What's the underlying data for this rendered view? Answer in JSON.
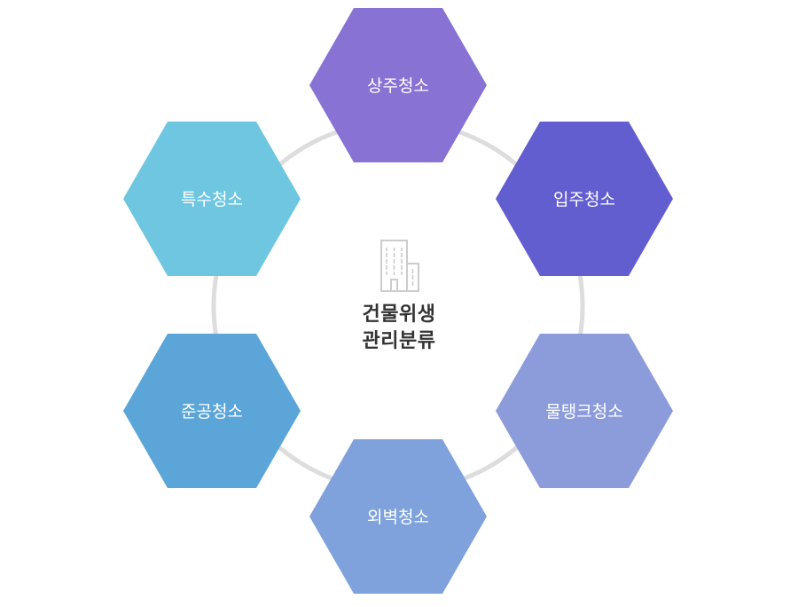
{
  "center": {
    "line1": "건물위생",
    "line2": "관리분류",
    "icon": "building-icon"
  },
  "nodes": [
    {
      "id": "top",
      "label": "상주청소",
      "color": "#8872d4"
    },
    {
      "id": "upper-right",
      "label": "입주청소",
      "color": "#635ed0"
    },
    {
      "id": "lower-right",
      "label": "물탱크청소",
      "color": "#8c9cdb"
    },
    {
      "id": "bottom",
      "label": "외벽청소",
      "color": "#7fa2dc"
    },
    {
      "id": "lower-left",
      "label": "준공청소",
      "color": "#5ba5d9"
    },
    {
      "id": "upper-left",
      "label": "특수청소",
      "color": "#6ec6e0"
    }
  ],
  "colors": {
    "ring": "#dddddd",
    "icon": "#cccccc",
    "label": "#ffffff",
    "text": "#333333"
  }
}
